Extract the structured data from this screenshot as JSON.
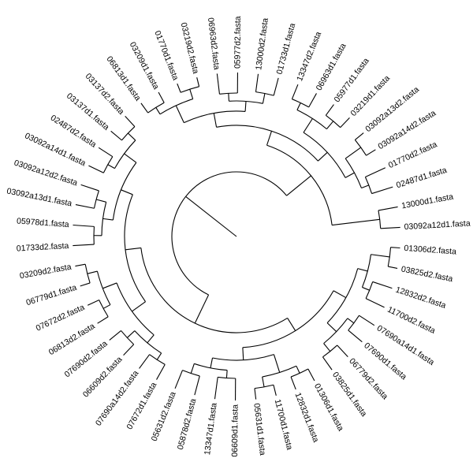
{
  "tree": {
    "layout": "circular dendrogram",
    "label_order": "clockwise from the 3 o'clock position",
    "labels": [
      "01306d2.fasta",
      "03825d2.fasta",
      "12832d2.fasta",
      "11700d2.fasta",
      "07690a14d1.fasta",
      "07690d1.fasta",
      "06779d2.fasta",
      "03825d1.fasta",
      "01306d1.fasta",
      "12832d1.fasta",
      "11700d1.fasta",
      "05631d1.fasta",
      "06609d1.fasta",
      "13347d1.fasta",
      "05878d2.fasta",
      "05631d2.fasta",
      "07672d1.fasta",
      "07690a14d2.fasta",
      "06609d2.fasta",
      "07690d2.fasta",
      "06813d2.fasta",
      "07672d2.fasta",
      "06779d1.fasta",
      "03209d2.fasta",
      "01733d2.fasta",
      "05978d1.fasta",
      "03092a13d1.fasta",
      "03092a12d2.fasta",
      "03092a14d1.fasta",
      "02487d2.fasta",
      "03137d1.fasta",
      "03137d2.fasta",
      "06813d1.fasta",
      "03209d1.fasta",
      "01770d1.fasta",
      "03219d2.fasta",
      "06963d2.fasta",
      "05977d2.fasta",
      "13000d2.fasta",
      "01733d1.fasta",
      "13347d2.fasta",
      "06963d1.fasta",
      "05977d1.fasta",
      "03219d1.fasta",
      "03092a13d2.fasta",
      "03092a14d2.fasta",
      "01770d2.fasta",
      "02487d1.fasta",
      "13000d1.fasta",
      "03092a12d1.fasta"
    ]
  }
}
